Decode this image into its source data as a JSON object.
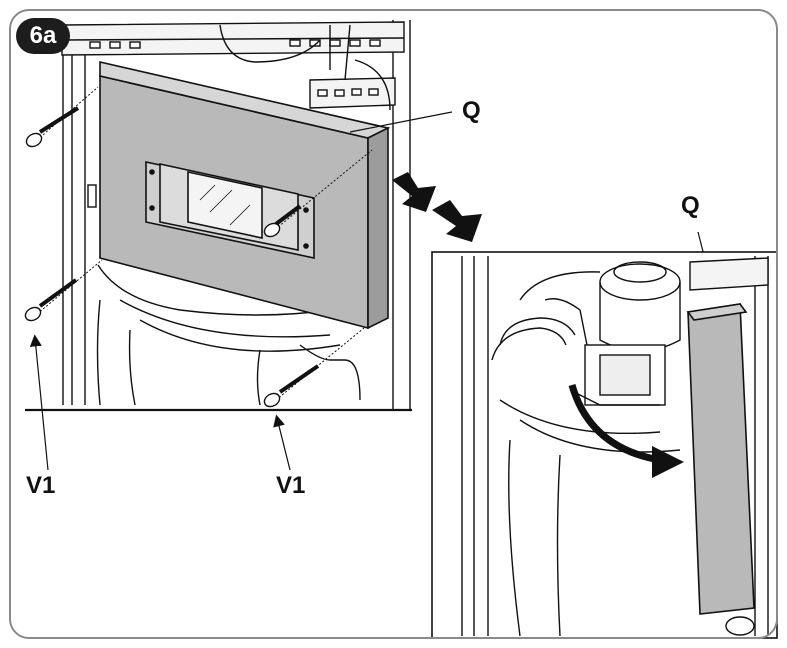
{
  "figure": {
    "badge": "6a",
    "labels": {
      "q_main": "Q",
      "q_detail": "Q",
      "v1_left": "V1",
      "v1_right": "V1"
    }
  },
  "colors": {
    "panel": "#b9b9b9",
    "line": "#111111",
    "frame": "#8a8a8a",
    "badge": "#1d1d1d"
  }
}
